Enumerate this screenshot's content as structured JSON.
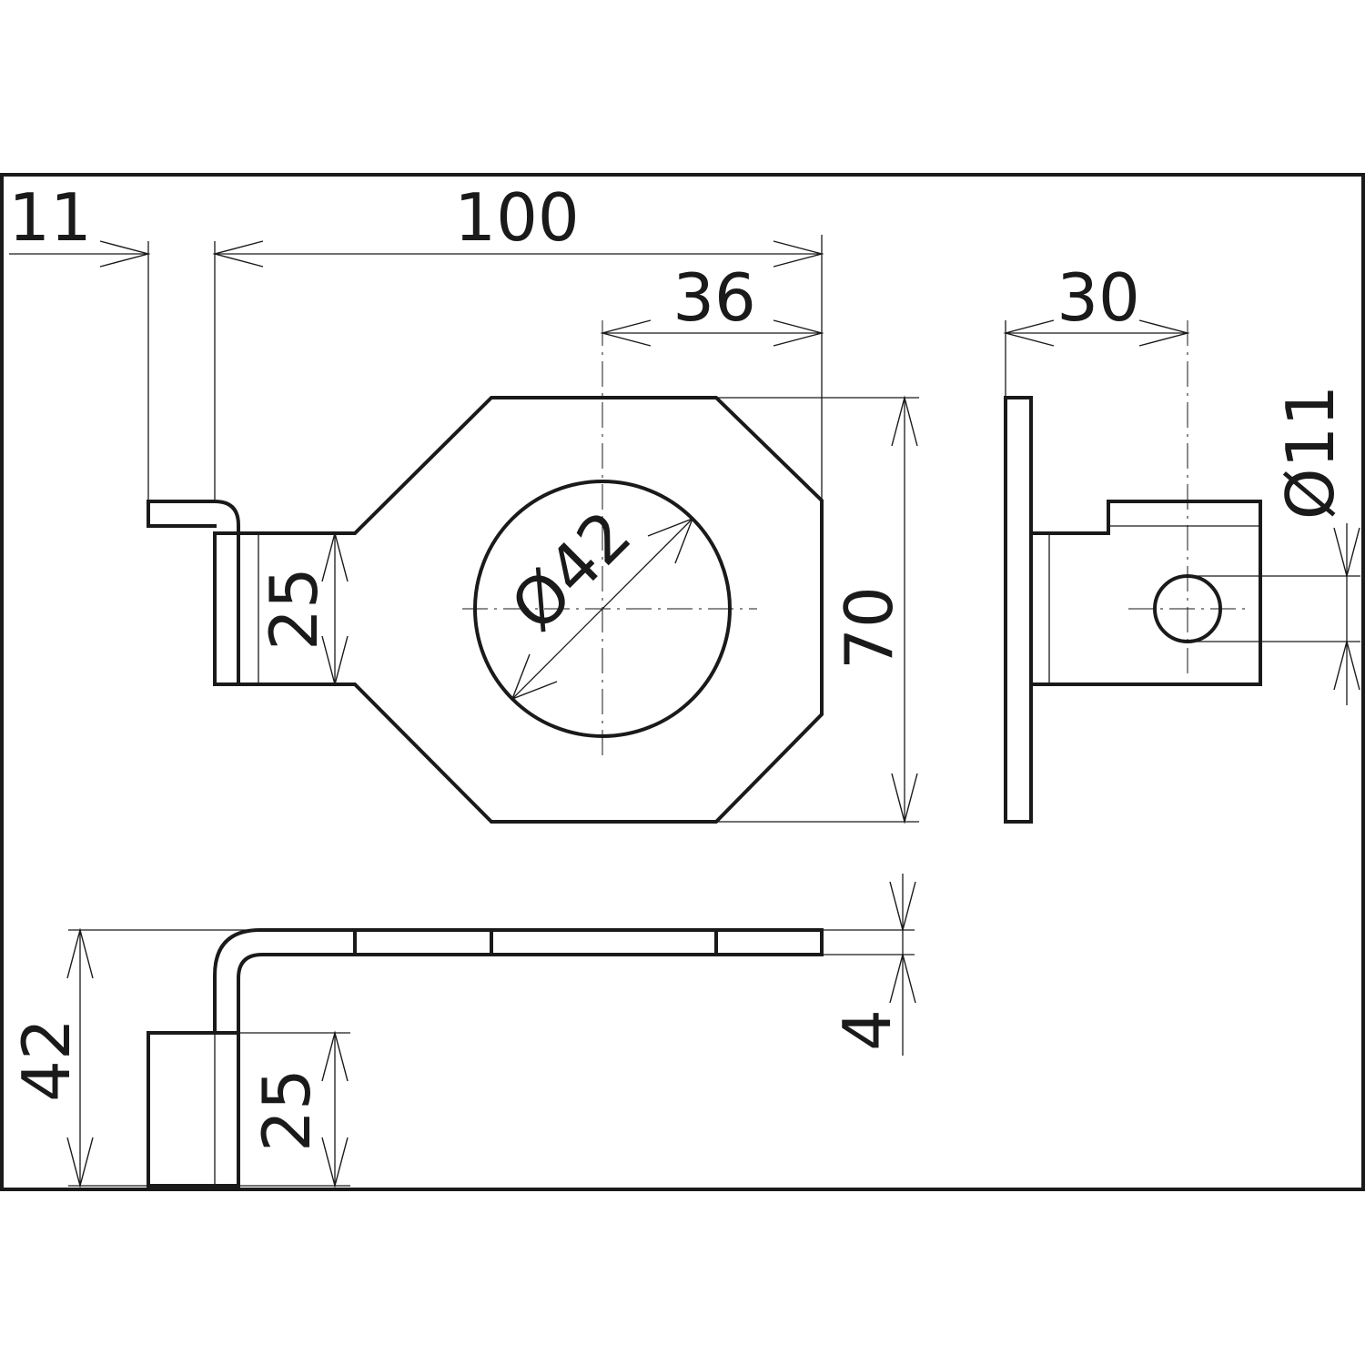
{
  "dimensions": {
    "overall_length": "100",
    "flange_offset": "11",
    "hole_position": "36",
    "hole_diameter": "Ø42",
    "plate_height": "70",
    "tab_width_top": "25",
    "side_offset": "30",
    "bolt_diameter": "Ø11",
    "total_height": "42",
    "tab_width_bottom": "25",
    "thickness": "4"
  }
}
